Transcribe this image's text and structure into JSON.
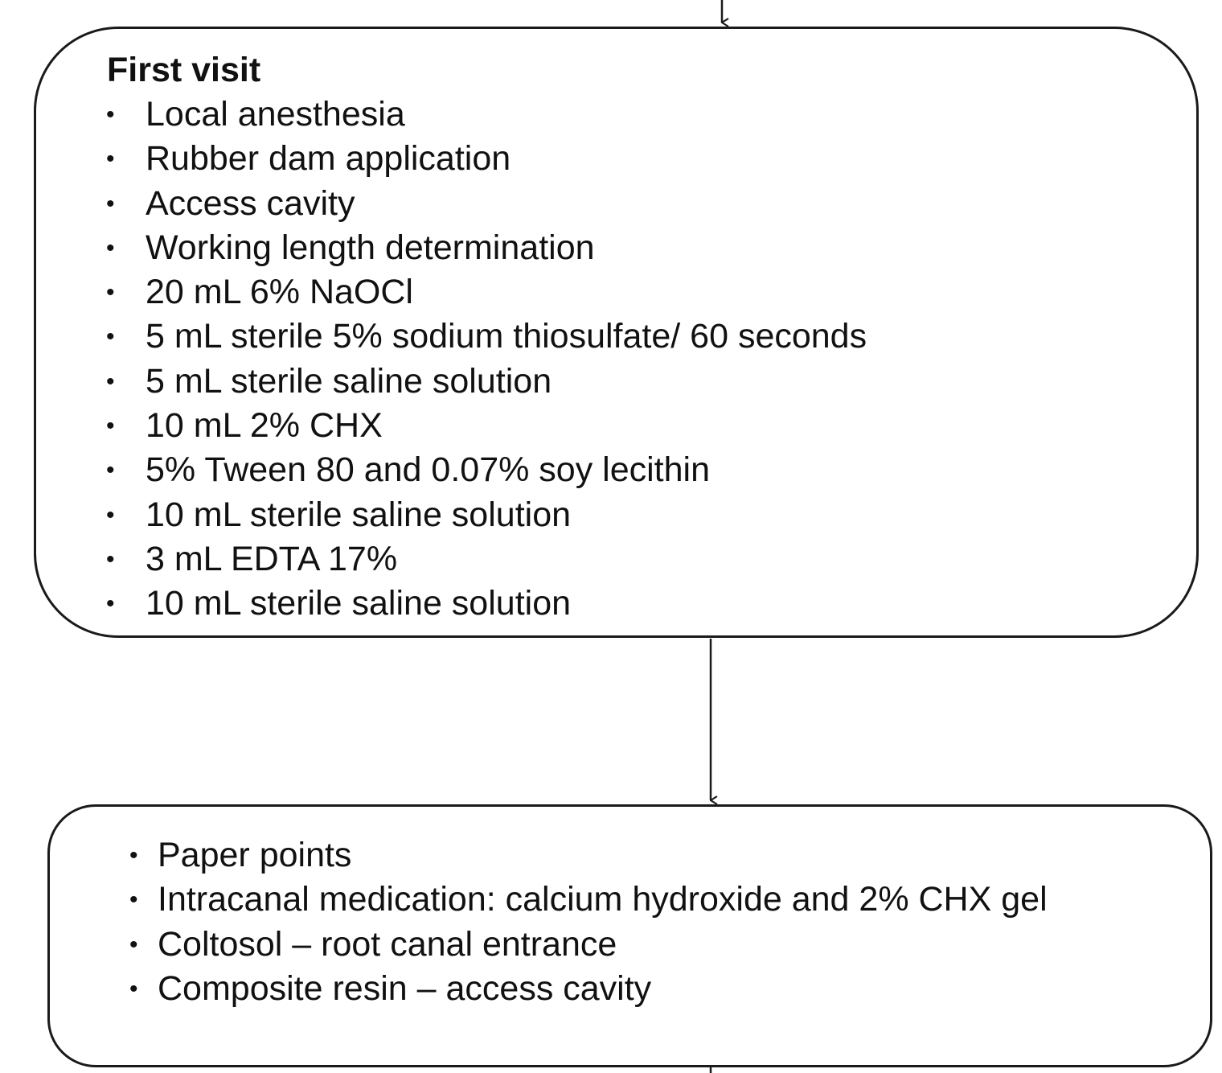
{
  "first_visit": {
    "title": "First visit",
    "items": [
      "Local anesthesia",
      "Rubber dam application",
      "Access cavity",
      "Working length determination",
      "20 mL 6% NaOCl",
      "5 mL sterile 5% sodium thiosulfate/ 60 seconds",
      "5 mL sterile saline solution",
      "10 mL 2% CHX",
      "5% Tween 80 and 0.07% soy lecithin",
      "10 mL sterile saline solution",
      "3 mL EDTA 17%",
      "10 mL sterile saline solution"
    ]
  },
  "second_box": {
    "items": [
      "Paper points",
      "Intracanal medication: calcium hydroxide and 2% CHX gel",
      "Coltosol –  root canal entrance",
      "Composite resin –  access cavity"
    ]
  },
  "bullet_glyph": "•",
  "line_color": "#1a1a1a"
}
